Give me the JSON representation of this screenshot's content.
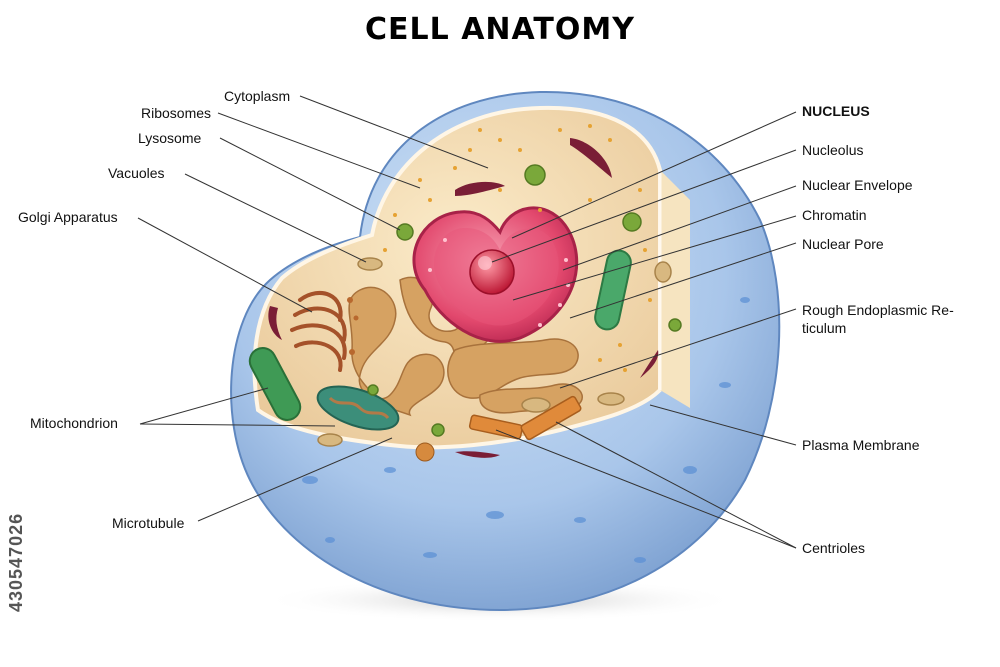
{
  "title": "CELL ANATOMY",
  "labels": {
    "cytoplasm": "Cytoplasm",
    "ribosomes": "Ribosomes",
    "lysosome": "Lysosome",
    "vacuoles": "Vacuoles",
    "golgi": "Golgi Apparatus",
    "mitochondrion": "Mitochondrion",
    "microtubule": "Microtubule",
    "nucleus": "NUCLEUS",
    "nucleolus": "Nucleolus",
    "nuclear_envelope": "Nuclear Envelope",
    "chromatin": "Chromatin",
    "nuclear_pore": "Nuclear Pore",
    "rough_er_line1": "Rough Endoplasmic Re-",
    "rough_er_line2": "ticulum",
    "plasma_membrane": "Plasma Membrane",
    "centrioles": "Centrioles"
  },
  "stock_id": "430547026",
  "colors": {
    "membrane_blue": "#7fa6d6",
    "cytoplasm": "#f4dcb0",
    "nucleus": "#e0446a",
    "nucleolus": "#c8203d",
    "golgi": "#b8682e",
    "er": "#d4a064",
    "mitochondria": "#4aa36a",
    "lysosome": "#7aa83a"
  }
}
